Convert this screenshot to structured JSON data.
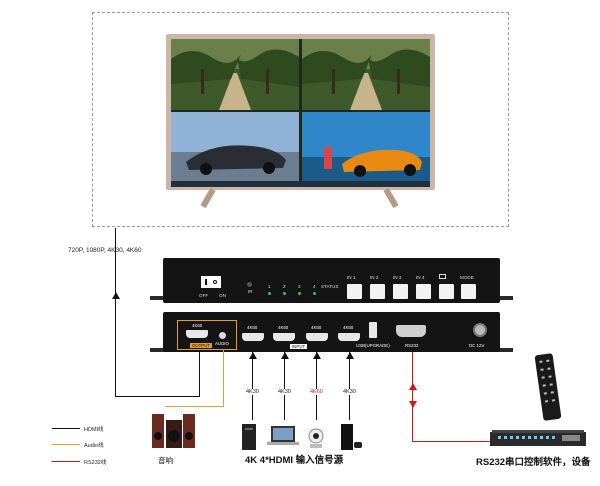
{
  "resolution_note": "720P, 1080P, 4K30, 4K60",
  "front_panel": {
    "power_off": "OFF",
    "power_on": "ON",
    "ir_label": "IR",
    "led_labels": [
      "1",
      "2",
      "3",
      "4"
    ],
    "status_label": "STATUS",
    "buttons": [
      "IN 1",
      "IN 2",
      "IN 3",
      "IN 4",
      "",
      "MODE"
    ]
  },
  "rear_panel": {
    "output_port": "4K60",
    "output_label": "OUTPUT",
    "audio_label": "AUDIO",
    "input_ports": [
      "4K60",
      "4K60",
      "4K60",
      "4K60"
    ],
    "input_label": "INPUT",
    "usb_label": "USB(UPGRADE)",
    "rs232_label": "RS232",
    "dc_label": "DC 12V"
  },
  "input_resolutions": [
    "4K30",
    "4K30",
    "4K60",
    "4K30"
  ],
  "sources_caption": "4K 4*HDMI 输入信号源",
  "speaker_caption": "音响",
  "rs232_caption": "RS232串口控制软件，设备",
  "legend": [
    {
      "label": "HDMI线",
      "color": "#111111"
    },
    {
      "label": "Audio线",
      "color": "#f0a020"
    },
    {
      "label": "RS232线",
      "color": "#d01818"
    }
  ]
}
